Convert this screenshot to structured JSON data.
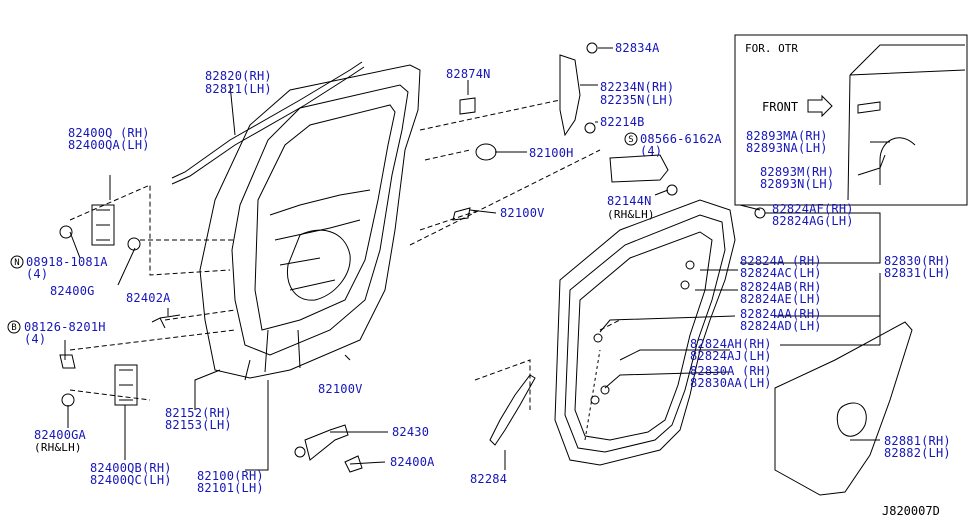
{
  "diagram_code": "J820007D",
  "inset": {
    "title": "FOR. OTR",
    "front_label": "FRONT"
  },
  "labels": {
    "p82820": "82820(RH)",
    "p82821": "82821(LH)",
    "p82874n": "82874N",
    "p82834a": "82834A",
    "p82234n": "82234N(RH)",
    "p82235n": "82235N(LH)",
    "p82214b": "82214B",
    "p08566": "08566-6162A",
    "p08566q": "(4)",
    "p82100h": "82100H",
    "p82144n": "82144N",
    "p82144n_s": "(RH&LH)",
    "p82100v_a": "82100V",
    "p82400q": "82400Q (RH)",
    "p82400qa": "82400QA(LH)",
    "p08918": "08918-1081A",
    "p08918q": "(4)",
    "p82400g": "82400G",
    "p82402a": "82402A",
    "p08126": "08126-8201H",
    "p08126q": "(4)",
    "p82400ga": "82400GA",
    "p82400ga_s": "(RH&LH)",
    "p82400qb": "82400QB(RH)",
    "p82400qc": "82400QC(LH)",
    "p82152": "82152(RH)",
    "p82153": "82153(LH)",
    "p82100": "82100(RH)",
    "p82101": "82101(LH)",
    "p82100v_b": "82100V",
    "p82430": "82430",
    "p82400a": "82400A",
    "p82284": "82284",
    "p82824af": "82824AF(RH)",
    "p82824ag": "82824AG(LH)",
    "p82824a": "82824A (RH)",
    "p82824ac": "82824AC(LH)",
    "p82824ab": "82824AB(RH)",
    "p82824ae": "82824AE(LH)",
    "p82824aa": "82824AA(RH)",
    "p82824ad": "82824AD(LH)",
    "p82824ah": "82824AH(RH)",
    "p82824aj": "82824AJ(LH)",
    "p82830a": "82830A  (RH)",
    "p82830aa": "82830AA(LH)",
    "p82830": "82830(RH)",
    "p82831": "82831(LH)",
    "p82881": "82881(RH)",
    "p82882": "82882(LH)",
    "p82893ma": "82893MA(RH)",
    "p82893na": "82893NA(LH)",
    "p82893m": "82893M(RH)",
    "p82893n": "82893N(LH)",
    "circle_s": "S",
    "circle_n": "N",
    "circle_b": "B"
  },
  "colors": {
    "ink": "#000000",
    "label": "#1515b8"
  }
}
